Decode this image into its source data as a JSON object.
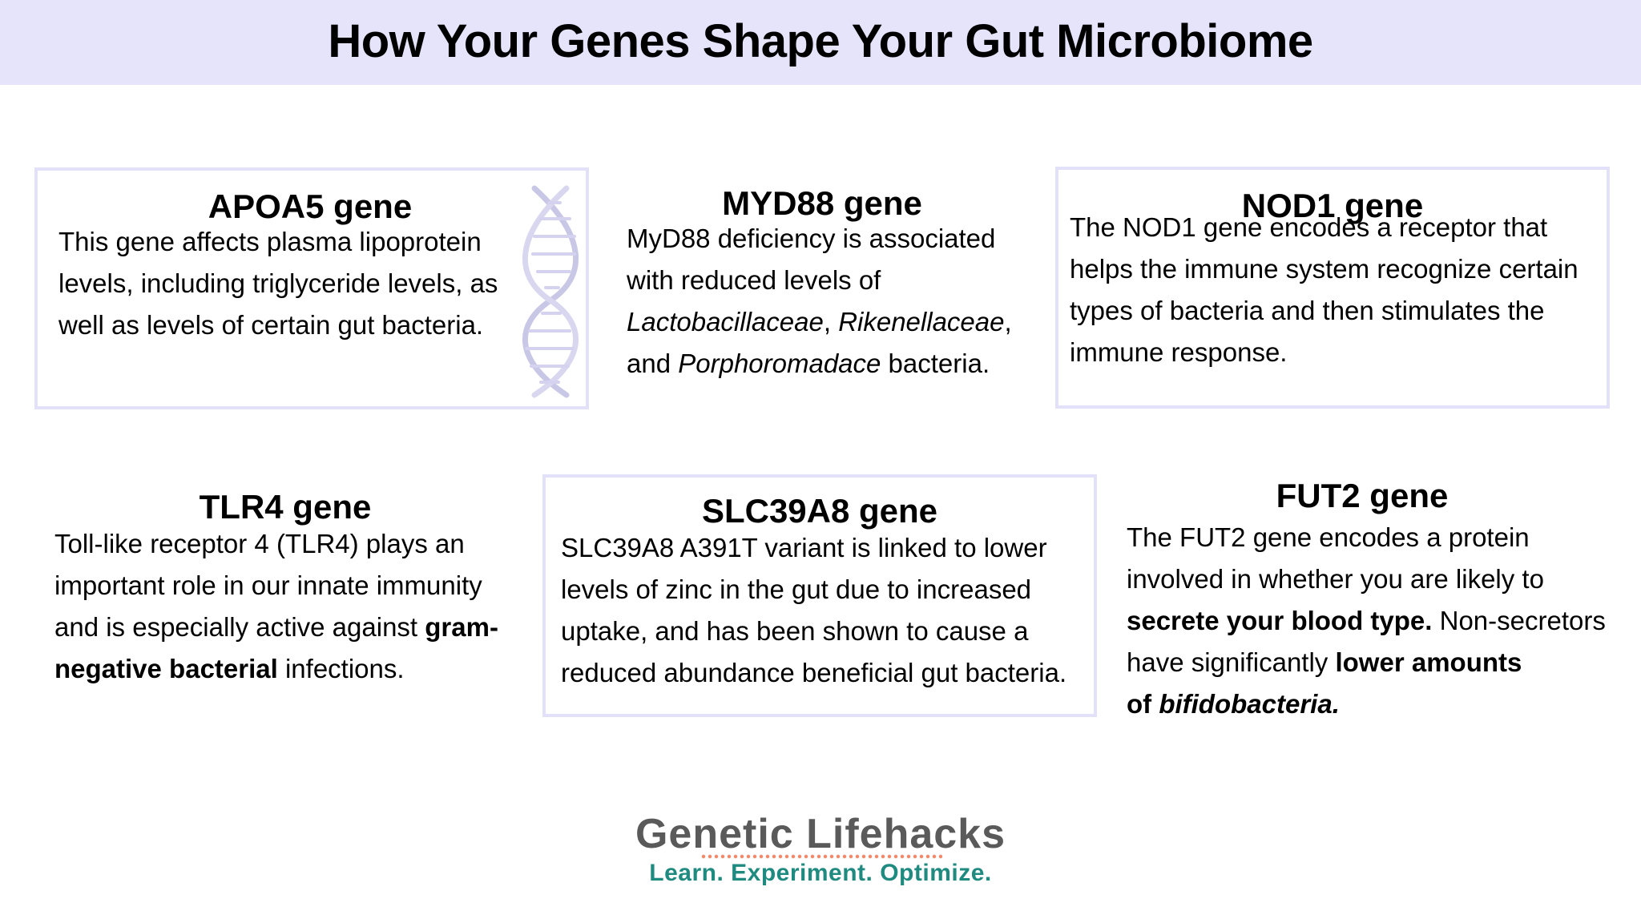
{
  "title": "How Your Genes Shape Your Gut Microbiome",
  "cards": {
    "apoa5": {
      "heading": "APOA5 gene",
      "line1": "This gene affects plasma lipoprotein",
      "line2": "levels, including triglyceride levels, as",
      "line3": "well as levels of certain gut bacteria."
    },
    "myd88": {
      "heading": "MYD88 gene",
      "line1": "MyD88 deficiency is associated",
      "line2": "with reduced levels of",
      "taxon1": "Lactobacillaceae",
      "sep1": ", ",
      "taxon2": "Rikenellaceae",
      "sep2": ",",
      "and_text": "and ",
      "taxon3": "Porphoromadace",
      "tail": " bacteria."
    },
    "nod1": {
      "heading": "NOD1 gene",
      "line1": "The NOD1 gene encodes a receptor that",
      "line2": "helps the immune system recognize certain",
      "line3": "types of bacteria and then stimulates the",
      "line4": "immune response."
    },
    "tlr4": {
      "heading": "TLR4 gene",
      "line1": "Toll-like receptor 4 (TLR4) plays an",
      "line2": "important role in our innate immunity",
      "line3_text": "and is especially active against ",
      "line3_bold": "gram-",
      "line4_bold": "negative bacterial",
      "line4_text": " infections."
    },
    "slc39a8": {
      "heading": "SLC39A8 gene",
      "line1": "SLC39A8 A391T variant is linked to lower",
      "line2": "levels of zinc in the gut due to increased",
      "line3": "uptake, and has been shown to cause a",
      "line4": "reduced abundance beneficial gut bacteria."
    },
    "fut2": {
      "heading": "FUT2 gene",
      "line1": "The FUT2 gene encodes a protein",
      "line2": "involved in whether you are likely to",
      "line3_bold": "secrete your blood type.",
      "line3_text": " Non-secretors",
      "line4_text": "have significantly ",
      "line4_bold": "lower amounts",
      "line5_bold": "of ",
      "line5_bolditalic": "bifidobacteria."
    }
  },
  "logo": {
    "name": "Genetic Lifehacks",
    "tagline": "Learn. Experiment. Optimize."
  },
  "icons": {
    "dna": "dna-helix-icon"
  },
  "colors": {
    "banner": "#e5e4fb",
    "card_border": "#e3e1fa",
    "logo_gray": "#5a5a5a",
    "logo_teal": "#1f8a80",
    "logo_dots": "#f08a6a"
  }
}
